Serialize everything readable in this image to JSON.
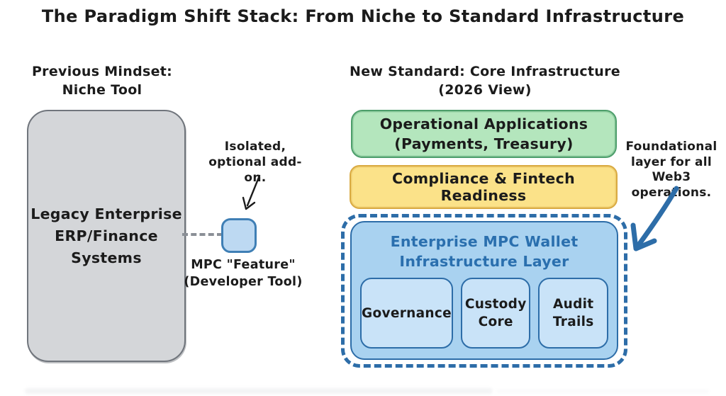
{
  "title": "The Paradigm Shift Stack: From Niche to Standard Infrastructure",
  "left": {
    "heading": "Previous Mindset:\nNiche Tool",
    "legacy_box": {
      "label": "Legacy Enterprise\nERP/Finance\nSystems"
    },
    "mpc_feature": {
      "annotation": "Isolated,\noptional add-on.",
      "label": "MPC \"Feature\"\n(Developer Tool)"
    }
  },
  "right": {
    "heading": "New Standard: Core Infrastructure\n(2026 View)",
    "stack": {
      "operational": {
        "label": "Operational Applications\n(Payments, Treasury)"
      },
      "compliance": {
        "label": "Compliance & Fintech Readiness"
      },
      "mpc_layer": {
        "title": "Enterprise MPC Wallet\nInfrastructure Layer",
        "modules": [
          {
            "label": "Governance"
          },
          {
            "label": "Custody\nCore"
          },
          {
            "label": "Audit\nTrails"
          }
        ]
      }
    },
    "annotation": {
      "label": "Foundational\nlayer for all\nWeb3 operations."
    }
  },
  "colors": {
    "ink": "#1b1b1b",
    "gray_fill": "#d4d6d9",
    "gray_border": "#70757c",
    "green_fill": "#b4e6bd",
    "green_border": "#4d9e6b",
    "yellow_fill": "#fbe289",
    "yellow_border": "#d9aa42",
    "blue_fill": "#a9d2f0",
    "blue_light_fill": "#c9e3f8",
    "blue_border": "#2d6da8",
    "blue_text": "#2a6fae",
    "feature_fill": "#bdd9f2",
    "feature_border": "#3f7fb5"
  }
}
